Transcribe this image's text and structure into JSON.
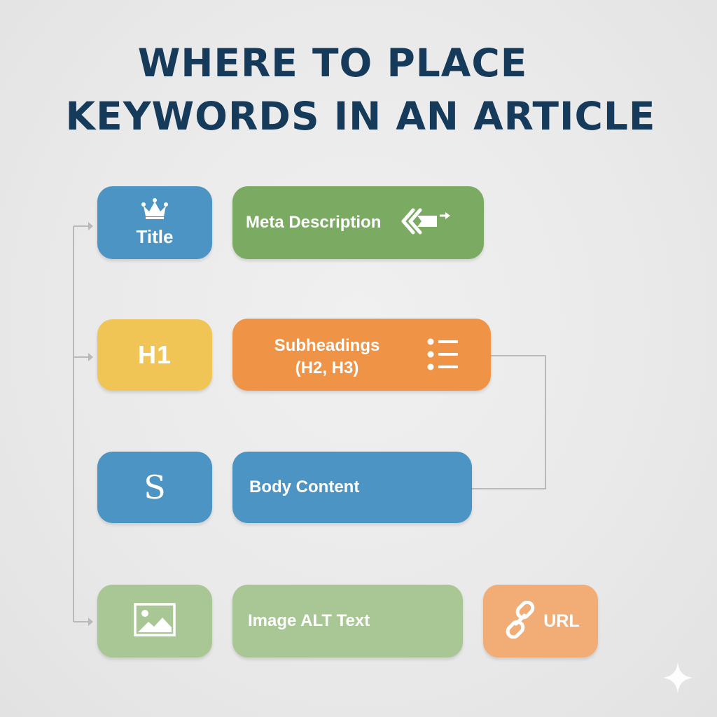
{
  "title": {
    "line1": "WHERE TO PLACE",
    "line2": "KEYWORDS IN AN ARTICLE"
  },
  "colors": {
    "title": "#163a5a",
    "blue": "#4b94c3",
    "green": "#7bab62",
    "yellow": "#f1c555",
    "orange": "#ef9346",
    "light_green": "#a8c795",
    "light_orange": "#f2ad77",
    "connector": "#b9b9b9"
  },
  "boxes": {
    "title": {
      "label": "Title",
      "icon": "crown-icon"
    },
    "meta": {
      "label": "Meta Description",
      "icon": "code-arrow-icon"
    },
    "h1": {
      "label": "H1"
    },
    "subheadings": {
      "line1": "Subheadings",
      "line2": "(H2, H3)",
      "icon": "list-icon"
    },
    "s": {
      "label": "S"
    },
    "body": {
      "label": "Body Content"
    },
    "image": {
      "icon": "image-icon"
    },
    "alt": {
      "label": "Image ALT Text"
    },
    "url": {
      "label": "URL",
      "icon": "link-icon"
    }
  }
}
